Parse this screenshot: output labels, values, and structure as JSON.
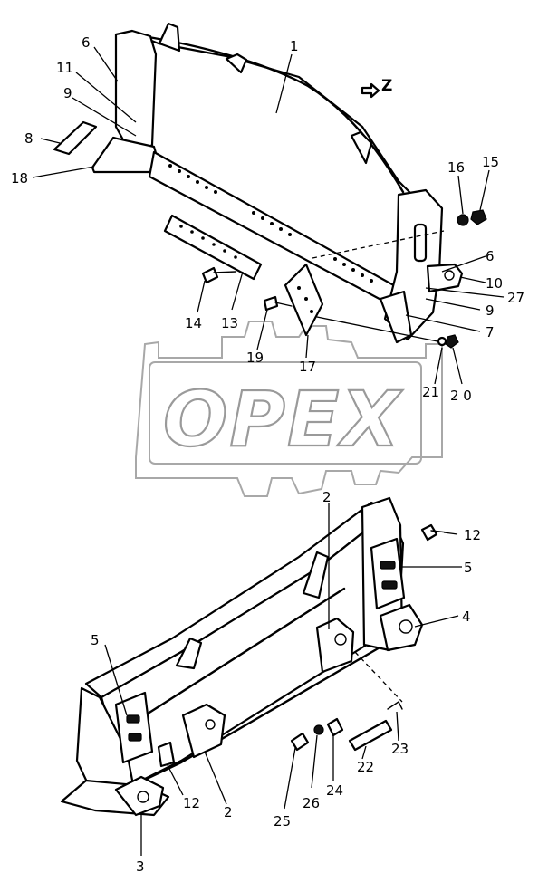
{
  "watermark": {
    "text": "OPEX"
  },
  "view_marker": {
    "label": "Z"
  },
  "callouts": {
    "c1": "1",
    "c2a": "2",
    "c2b": "2",
    "c3": "3",
    "c4": "4",
    "c5a": "5",
    "c5b": "5",
    "c6a": "6",
    "c6b": "6",
    "c7": "7",
    "c8": "8",
    "c9a": "9",
    "c9b": "9",
    "c10": "10",
    "c11": "11",
    "c12a": "12",
    "c12b": "12",
    "c13": "13",
    "c14": "14",
    "c15": "15",
    "c16": "16",
    "c17": "17",
    "c18": "18",
    "c19": "19",
    "c20": "2 0",
    "c21": "21",
    "c22": "22",
    "c23": "23",
    "c24": "24",
    "c25": "25",
    "c26": "26",
    "c27": "27"
  }
}
